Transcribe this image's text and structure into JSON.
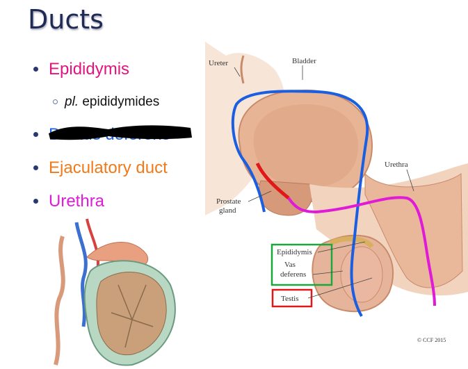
{
  "slide": {
    "title": "Ducts",
    "bullets": [
      {
        "label": "Epididymis",
        "color": "#e0157e"
      },
      {
        "label": "Urethra",
        "color": "#e01bd8"
      },
      {
        "label": "Ejaculatory duct",
        "color": "#f07a1a"
      },
      {
        "label": "Ductus deferens",
        "color": "#1b5fe0"
      }
    ],
    "sub_bullet": {
      "prefix": "pl.",
      "text": "epididymides"
    },
    "redaction_color": "#000000"
  },
  "diagram": {
    "labels": {
      "ureter": "Ureter",
      "bladder": "Bladder",
      "urethra": "Urethra",
      "prostate_1": "Prostate",
      "prostate_2": "gland",
      "epididymis": "Epididymis",
      "vas_1": "Vas",
      "vas_2": "deferens",
      "testis": "Testis",
      "copyright": "© CCF 2015"
    },
    "highlight_colors": {
      "ductus_deferens": "#1b5fe0",
      "ejaculatory_duct": "#e01818",
      "urethra": "#e01bd8",
      "epididymis_box": "#1aa83a",
      "testis_box": "#e01818"
    }
  }
}
